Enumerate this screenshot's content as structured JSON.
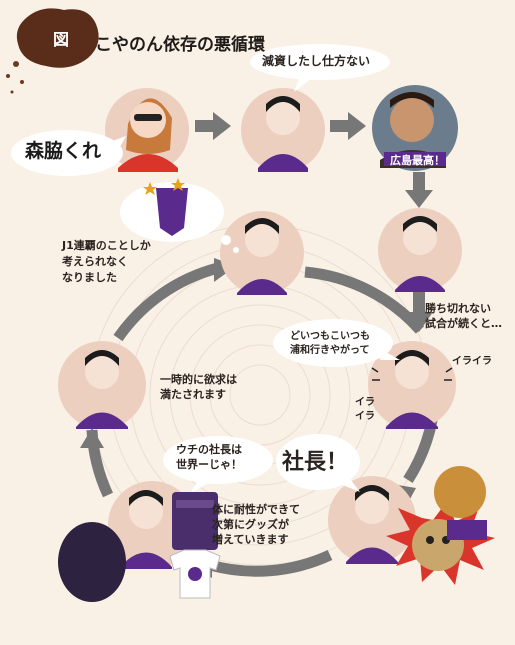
{
  "header": {
    "badge": "図",
    "title": "こやのん依存の悪循環"
  },
  "bubbles": {
    "morikawa": "森脇くれ",
    "genshi": "減資したし仕方ない",
    "j1": "J1連覇のことしか\n考えられなく\nなりました",
    "doitsu": "どいつもこいつも\n浦和行きやがって",
    "shacho": "社長！",
    "uchi": "ウチの社長は\n世界ーじゃ！"
  },
  "captions": {
    "hiroshima": "広島最高！",
    "kachikire": "勝ち切れない\n試合が続くと…",
    "ichiji": "一時的に欲求は\n満たされます",
    "taisei": "体に耐性ができて\n次第にグッズが\n増えていきます",
    "ira1": "イライラ",
    "ira2": "イラ\nイラ"
  },
  "colors": {
    "accent_purple": "#5a2a8c",
    "circle_bg": "#eccfbf",
    "arrow_gray": "#777777",
    "badge_brown": "#5a2d1a",
    "rival_red": "#d9352a"
  },
  "icons": [
    "arrow-right-icon",
    "arrow-down-icon",
    "star-icon",
    "club-crest-icon",
    "shirt-icon",
    "mascot-icon"
  ]
}
